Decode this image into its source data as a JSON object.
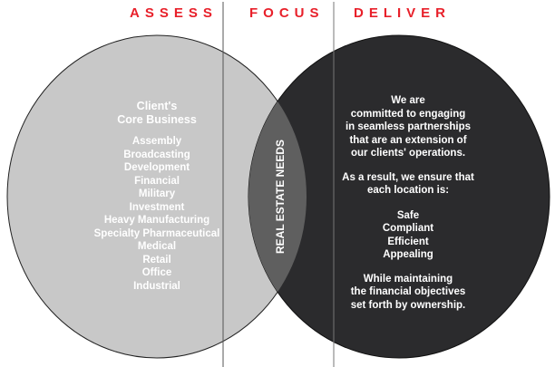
{
  "headers": {
    "assess": "ASSESS",
    "focus": "FOCUS",
    "deliver": "DELIVER"
  },
  "left": {
    "title": [
      "Client's",
      "Core Business"
    ],
    "items": [
      "Assembly",
      "Broadcasting",
      "Development",
      "Financial",
      "Military",
      "Investment",
      "Heavy Manufacturing",
      "Specialty Pharmaceutical",
      "Medical",
      "Retail",
      "Office",
      "Industrial"
    ]
  },
  "center": {
    "label": "REAL ESTATE NEEDS"
  },
  "right": {
    "intro": [
      "We are",
      "committed to engaging",
      "in seamless partnerships",
      "that are an extension of",
      "our clients' operations."
    ],
    "result": [
      "As a result, we ensure that",
      "each location is:"
    ],
    "qualities": [
      "Safe",
      "Compliant",
      "Efficient",
      "Appealing"
    ],
    "closing": [
      "While maintaining",
      "the financial objectives",
      "set forth by ownership."
    ]
  },
  "colors": {
    "header": "#e8202a",
    "left_circle": "#c8c8c8",
    "right_circle": "#2b2b2d",
    "overlap": "#5f5f5f"
  }
}
